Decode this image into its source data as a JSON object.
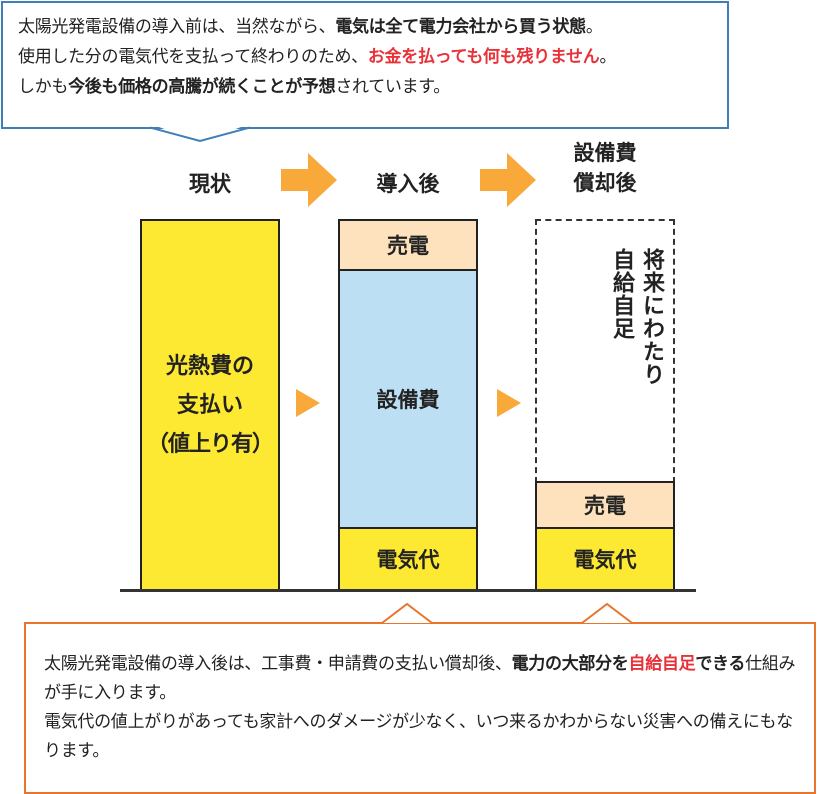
{
  "top_callout": {
    "line1_a": "太陽光発電設備の導入前は、当然ながら、",
    "line1_b": "電気は全て電力会社から買う状態",
    "line1_c": "。",
    "line2_a": "使用した分の電気代を支払って終わりのため、",
    "line2_b": "お金を払っても何も残りません",
    "line2_c": "。",
    "line3_a": "しかも",
    "line3_b": "今後も価格の高騰が続くことが予想",
    "line3_c": "されています。"
  },
  "columns": {
    "current_title": "現状",
    "after_title": "導入後",
    "paid_off_title_1": "設備費",
    "paid_off_title_2": "償却後"
  },
  "bars": {
    "current": {
      "line1": "光熱費の",
      "line2": "支払い",
      "line3": "（値上り有）"
    },
    "after": {
      "top": "売電",
      "middle": "設備費",
      "bottom": "電気代"
    },
    "paid_off": {
      "vertical_col1": "将来にわたり",
      "vertical_col2": "自給自足",
      "middle": "売電",
      "bottom": "電気代"
    }
  },
  "bottom_callout": {
    "a": "太陽光発電設備の導入後は、工事費・申請費の支払い償却後、",
    "b": "電力の大部分を",
    "c": "自給自足",
    "d": "できる",
    "e": "仕組みが手に入ります。",
    "line2": "電気代の値上がりがあっても家計へのダメージが少なく、いつ来るかわからない災害への備えにもなります。"
  },
  "colors": {
    "top_border": "#3f7fb8",
    "bottom_border": "#e8742e",
    "arrow": "#f8a93a",
    "yellow": "#fde931",
    "peach": "#fde2bd",
    "blue": "#bcdff3",
    "highlight_red": "#e8323a"
  }
}
